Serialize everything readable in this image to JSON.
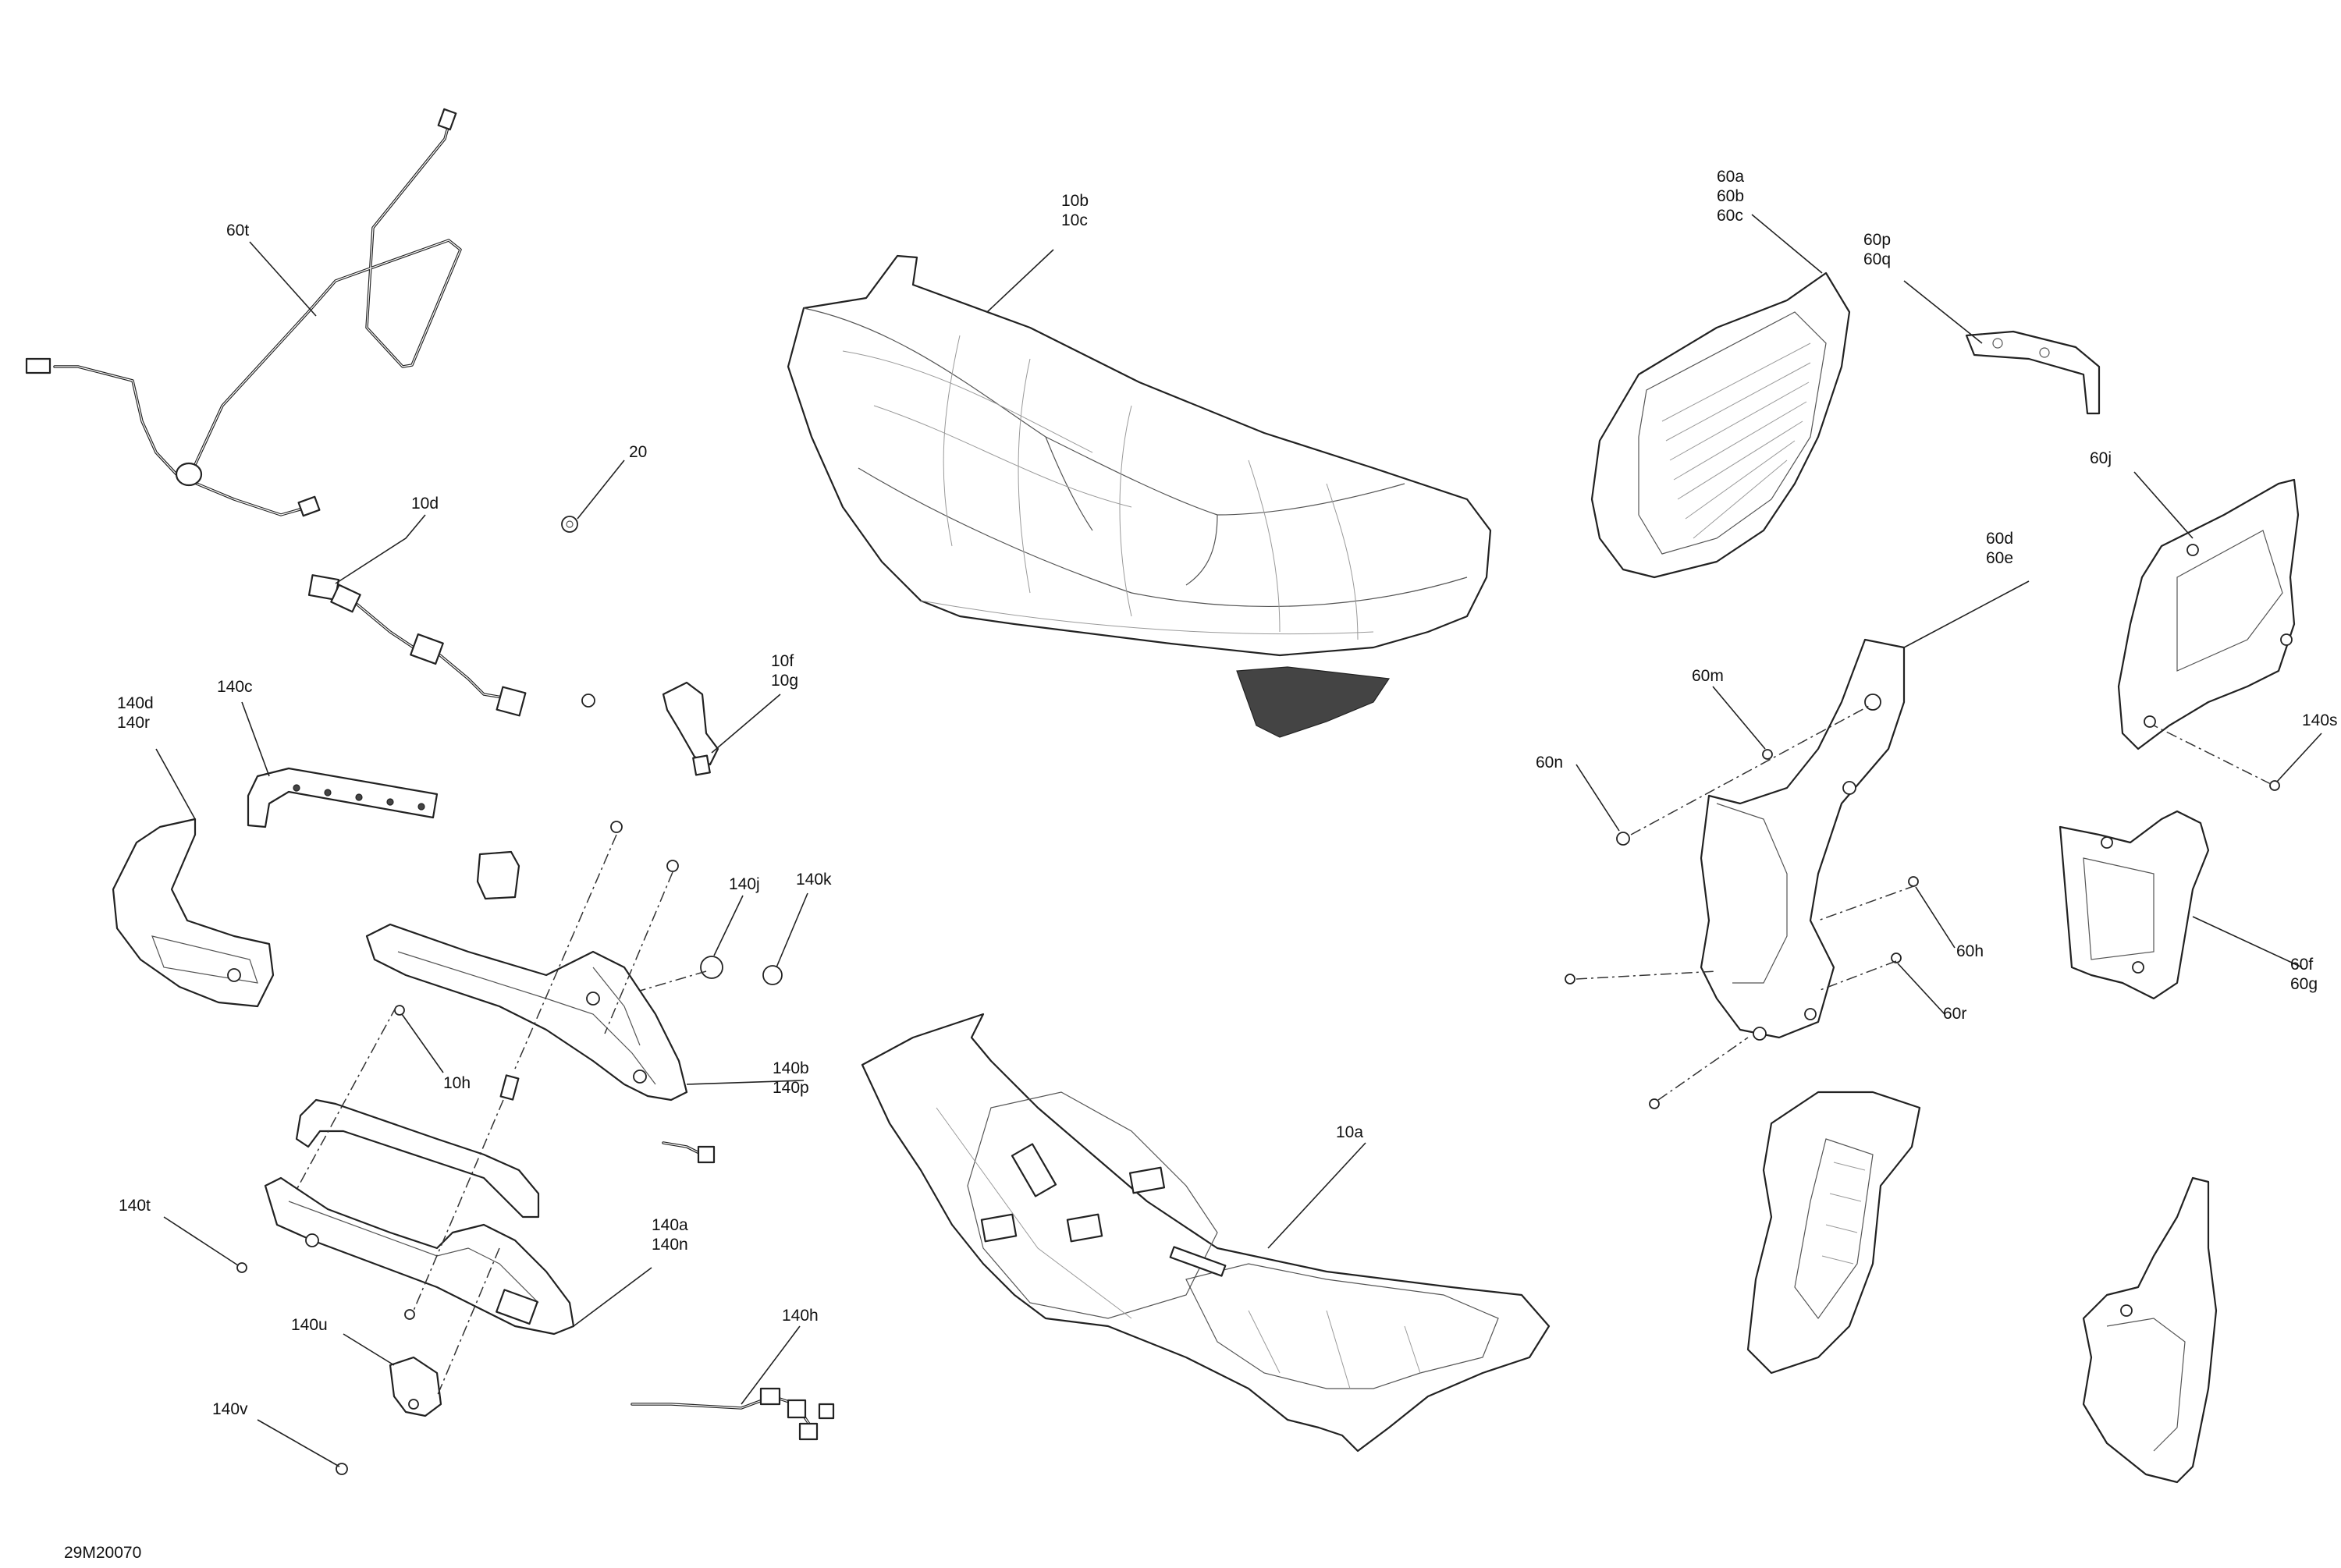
{
  "diagram": {
    "drawing_number": "29M20070",
    "callouts": {
      "c60t": "60t",
      "c10d": "10d",
      "c20": "20",
      "c10b": "10b",
      "c10c": "10c",
      "c60a": "60a",
      "c60b": "60b",
      "c60c": "60c",
      "c60p": "60p",
      "c60q": "60q",
      "c60j": "60j",
      "c60d": "60d",
      "c60e": "60e",
      "c60m": "60m",
      "c60n": "60n",
      "c140s": "140s",
      "c140d": "140d",
      "c140r": "140r",
      "c140c": "140c",
      "c10f": "10f",
      "c10g": "10g",
      "c140j": "140j",
      "c140k": "140k",
      "c10h": "10h",
      "c140b": "140b",
      "c140p": "140p",
      "c60h": "60h",
      "c60r": "60r",
      "c60f": "60f",
      "c60g": "60g",
      "c10a": "10a",
      "c140t": "140t",
      "c140a": "140a",
      "c140n": "140n",
      "c140u": "140u",
      "c140h": "140h",
      "c140v": "140v"
    }
  }
}
